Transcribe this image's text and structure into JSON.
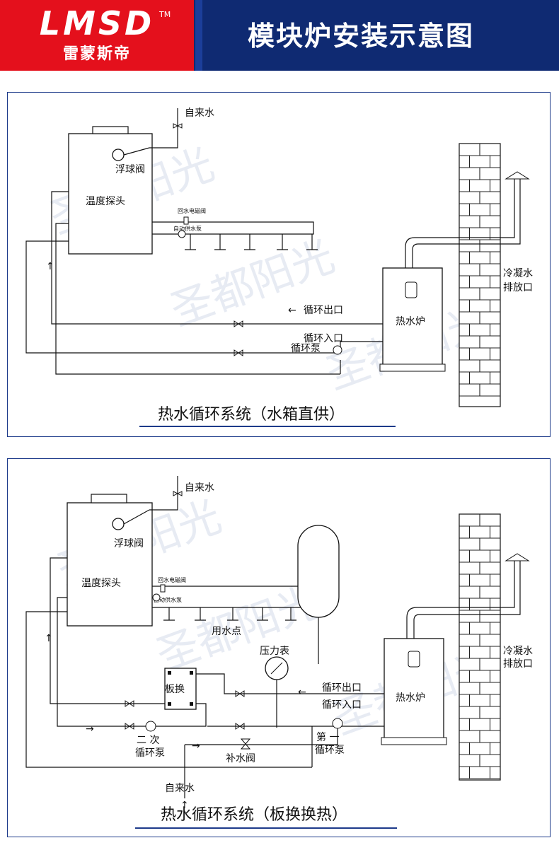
{
  "header": {
    "logo_text": "LMSD",
    "logo_tm": "TM",
    "logo_subtitle": "雷蒙斯帝",
    "title": "模块炉安装示意图"
  },
  "watermark": {
    "text": "圣都阳光"
  },
  "diagram1": {
    "caption": "热水循环系统（水箱直供）",
    "labels": {
      "tap_water": "自来水",
      "float_valve": "浮球阀",
      "temperature_probe": "温度探头",
      "return_solenoid_valve": "回水电磁阀",
      "auto_supply_pump": "自动供水泵",
      "loop_outlet": "循环出口",
      "loop_inlet": "循环入口",
      "loop_pump": "循环泵",
      "boiler": "热水炉",
      "condensate_drain": "冷凝水\n排放口"
    }
  },
  "diagram2": {
    "caption": "热水循环系统（板换换热）",
    "labels": {
      "tap_water": "自来水",
      "float_valve": "浮球阀",
      "temperature_probe": "温度探头",
      "return_solenoid_valve": "回水电磁阀",
      "auto_supply_pump": "自动供水泵",
      "water_points": "用水点",
      "pressure_gauge": "压力表",
      "plate_exchanger": "板换",
      "loop_outlet": "循环出口",
      "loop_inlet": "循环入口",
      "boiler": "热水炉",
      "condensate_drain": "冷凝水\n排放口",
      "secondary_pump": "二 次\n循环泵",
      "primary_pump": "第 一\n循环泵",
      "makeup_valve": "补水阀",
      "tap_water_bottom": "自来水"
    }
  },
  "colors": {
    "header_bg": "#0f2a72",
    "logo_bg": "#e4101c",
    "panel_border": "#1d3a8a",
    "caption_underline": "#1d3a8a"
  }
}
